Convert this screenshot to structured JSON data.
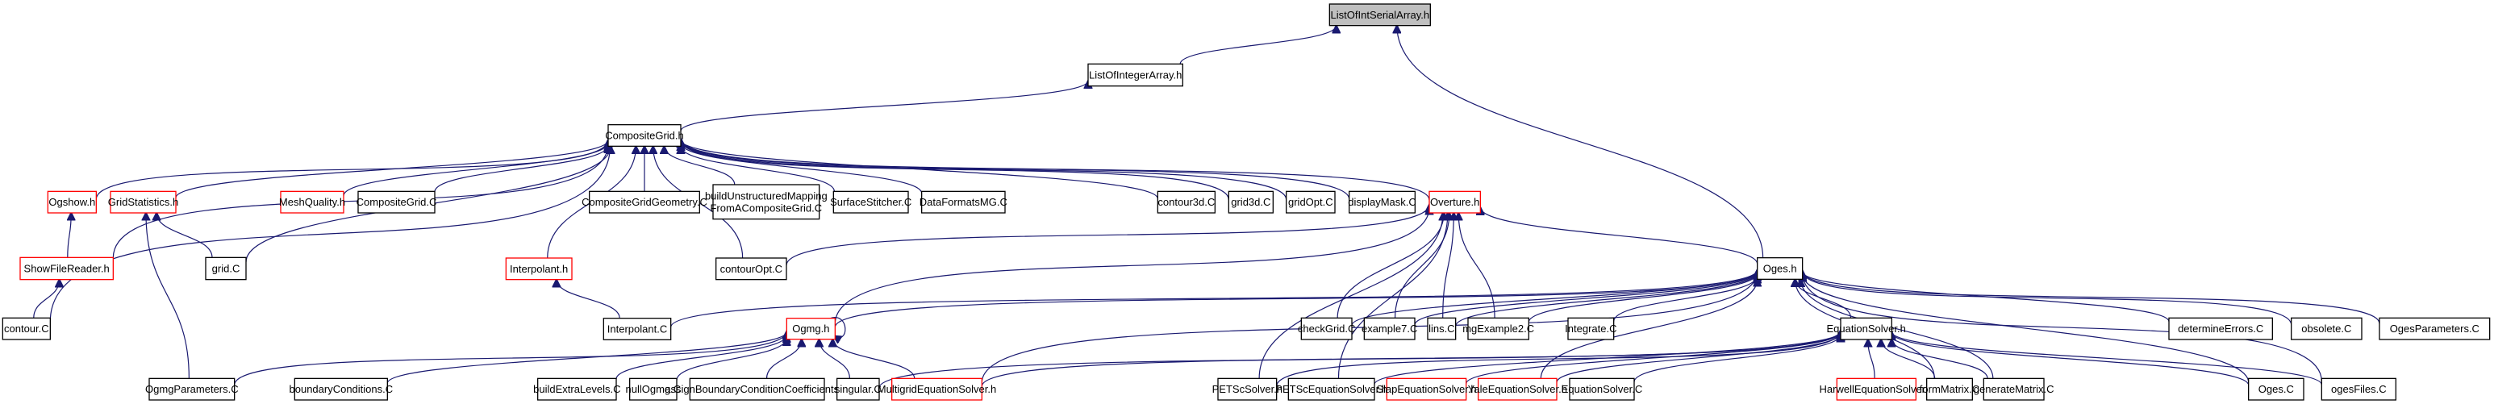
{
  "graph": {
    "title": "ListOfIntSerialArray.h include dependency graph",
    "edge_color": "#191970",
    "root_fill": "#bfbfbf",
    "incomplete_border_color": "#ff0000",
    "nodes": [
      {
        "id": "ListOfIntSerialArray",
        "label": "ListOfIntSerialArray.h",
        "style": "root"
      },
      {
        "id": "ListOfIntegerArray",
        "label": "ListOfIntegerArray.h",
        "style": "normal"
      },
      {
        "id": "CompositeGrid_h",
        "label": "CompositeGrid.h",
        "style": "normal"
      },
      {
        "id": "Oges_h",
        "label": "Oges.h",
        "style": "normal"
      },
      {
        "id": "Ogshow_h",
        "label": "Ogshow.h",
        "style": "red"
      },
      {
        "id": "GridStatistics_h",
        "label": "GridStatistics.h",
        "style": "red"
      },
      {
        "id": "MeshQuality_h",
        "label": "MeshQuality.h",
        "style": "red"
      },
      {
        "id": "CompositeGrid_C",
        "label": "CompositeGrid.C",
        "style": "normal"
      },
      {
        "id": "CompositeGridGeometry_C",
        "label": "CompositeGridGeometry.C",
        "style": "normal"
      },
      {
        "id": "buildUnstructured",
        "label": "buildUnstructuredMapping\nFromACompositeGrid.C",
        "style": "normal"
      },
      {
        "id": "SurfaceStitcher_C",
        "label": "SurfaceStitcher.C",
        "style": "normal"
      },
      {
        "id": "DataFormatsMG_C",
        "label": "DataFormatsMG.C",
        "style": "normal"
      },
      {
        "id": "contour3d_C",
        "label": "contour3d.C",
        "style": "normal"
      },
      {
        "id": "grid3d_C",
        "label": "grid3d.C",
        "style": "normal"
      },
      {
        "id": "gridOpt_C",
        "label": "gridOpt.C",
        "style": "normal"
      },
      {
        "id": "displayMask_C",
        "label": "displayMask.C",
        "style": "normal"
      },
      {
        "id": "Overture_h",
        "label": "Overture.h",
        "style": "red"
      },
      {
        "id": "ShowFileReader_h",
        "label": "ShowFileReader.h",
        "style": "red"
      },
      {
        "id": "grid_C",
        "label": "grid.C",
        "style": "normal"
      },
      {
        "id": "Interpolant_h",
        "label": "Interpolant.h",
        "style": "red"
      },
      {
        "id": "contourOpt_C",
        "label": "contourOpt.C",
        "style": "normal"
      },
      {
        "id": "contour_C",
        "label": "contour.C",
        "style": "normal"
      },
      {
        "id": "Interpolant_C",
        "label": "Interpolant.C",
        "style": "normal"
      },
      {
        "id": "Ogmg_h",
        "label": "Ogmg.h",
        "style": "red"
      },
      {
        "id": "checkGrid_C",
        "label": "checkGrid.C",
        "style": "normal"
      },
      {
        "id": "example7_C",
        "label": "example7.C",
        "style": "normal"
      },
      {
        "id": "lins_C",
        "label": "lins.C",
        "style": "normal"
      },
      {
        "id": "mgExample2_C",
        "label": "mgExample2.C",
        "style": "normal"
      },
      {
        "id": "Integrate_C",
        "label": "Integrate.C",
        "style": "normal"
      },
      {
        "id": "EquationSolver_h",
        "label": "EquationSolver.h",
        "style": "normal"
      },
      {
        "id": "determineErrors_C",
        "label": "determineErrors.C",
        "style": "normal"
      },
      {
        "id": "obsolete_C",
        "label": "obsolete.C",
        "style": "normal"
      },
      {
        "id": "OgesParameters_C",
        "label": "OgesParameters.C",
        "style": "normal"
      },
      {
        "id": "OgmgParameters_C",
        "label": "OgmgParameters.C",
        "style": "normal"
      },
      {
        "id": "boundaryConditions_C",
        "label": "boundaryConditions.C",
        "style": "normal"
      },
      {
        "id": "buildExtraLevels_C",
        "label": "buildExtraLevels.C",
        "style": "normal"
      },
      {
        "id": "nullOgmg_C",
        "label": "nullOgmg.C",
        "style": "normal"
      },
      {
        "id": "assignBC_C",
        "label": "assignBoundaryConditionCoefficients.C",
        "style": "normal"
      },
      {
        "id": "singular_C",
        "label": "singular.C",
        "style": "normal"
      },
      {
        "id": "MultigridEquationSolver_h",
        "label": "MultigridEquationSolver.h",
        "style": "red"
      },
      {
        "id": "PETScSolver_h",
        "label": "PETScSolver.h",
        "style": "normal"
      },
      {
        "id": "PETScEquationSolver_h",
        "label": "PETScEquationSolver.h",
        "style": "normal"
      },
      {
        "id": "SlapEquationSolver_h",
        "label": "SlapEquationSolver.h",
        "style": "red"
      },
      {
        "id": "YaleEquationSolver_h",
        "label": "YaleEquationSolver.h",
        "style": "red"
      },
      {
        "id": "EquationSolver_C",
        "label": "EquationSolver.C",
        "style": "normal"
      },
      {
        "id": "HarwellEquationSolver_h",
        "label": "HarwellEquationSolver.h",
        "style": "red"
      },
      {
        "id": "formMatrix_C",
        "label": "formMatrix.C",
        "style": "normal"
      },
      {
        "id": "generateMatrix_C",
        "label": "generateMatrix.C",
        "style": "normal"
      },
      {
        "id": "Oges_C",
        "label": "Oges.C",
        "style": "normal"
      },
      {
        "id": "ogesFiles_C",
        "label": "ogesFiles.C",
        "style": "normal"
      }
    ],
    "edges": [
      [
        "ListOfIntegerArray",
        "ListOfIntSerialArray"
      ],
      [
        "Oges_h",
        "ListOfIntSerialArray"
      ],
      [
        "CompositeGrid_h",
        "ListOfIntegerArray"
      ],
      [
        "Ogshow_h",
        "CompositeGrid_h"
      ],
      [
        "GridStatistics_h",
        "CompositeGrid_h"
      ],
      [
        "MeshQuality_h",
        "CompositeGrid_h"
      ],
      [
        "CompositeGrid_C",
        "CompositeGrid_h"
      ],
      [
        "CompositeGridGeometry_C",
        "CompositeGrid_h"
      ],
      [
        "buildUnstructured",
        "CompositeGrid_h"
      ],
      [
        "SurfaceStitcher_C",
        "CompositeGrid_h"
      ],
      [
        "DataFormatsMG_C",
        "CompositeGrid_h"
      ],
      [
        "contour3d_C",
        "CompositeGrid_h"
      ],
      [
        "grid3d_C",
        "CompositeGrid_h"
      ],
      [
        "gridOpt_C",
        "CompositeGrid_h"
      ],
      [
        "displayMask_C",
        "CompositeGrid_h"
      ],
      [
        "Overture_h",
        "CompositeGrid_h"
      ],
      [
        "ShowFileReader_h",
        "CompositeGrid_h"
      ],
      [
        "contour_C",
        "CompositeGrid_h"
      ],
      [
        "grid_C",
        "CompositeGrid_h"
      ],
      [
        "Interpolant_h",
        "CompositeGrid_h"
      ],
      [
        "contourOpt_C",
        "CompositeGrid_h"
      ],
      [
        "ShowFileReader_h",
        "Ogshow_h"
      ],
      [
        "contour_C",
        "ShowFileReader_h"
      ],
      [
        "grid_C",
        "GridStatistics_h"
      ],
      [
        "OgmgParameters_C",
        "GridStatistics_h"
      ],
      [
        "Interpolant_C",
        "Interpolant_h"
      ],
      [
        "Oges_h",
        "Overture_h"
      ],
      [
        "contourOpt_C",
        "Overture_h"
      ],
      [
        "Ogmg_h",
        "Overture_h"
      ],
      [
        "checkGrid_C",
        "Overture_h"
      ],
      [
        "example7_C",
        "Overture_h"
      ],
      [
        "lins_C",
        "Overture_h"
      ],
      [
        "mgExample2_C",
        "Overture_h"
      ],
      [
        "PETScSolver_h",
        "Overture_h"
      ],
      [
        "PETScEquationSolver_h",
        "Overture_h"
      ],
      [
        "Ogmg_h",
        "Oges_h"
      ],
      [
        "Interpolant_C",
        "Oges_h"
      ],
      [
        "checkGrid_C",
        "Oges_h"
      ],
      [
        "example7_C",
        "Oges_h"
      ],
      [
        "lins_C",
        "Oges_h"
      ],
      [
        "mgExample2_C",
        "Oges_h"
      ],
      [
        "Integrate_C",
        "Oges_h"
      ],
      [
        "EquationSolver_h",
        "Oges_h"
      ],
      [
        "determineErrors_C",
        "Oges_h"
      ],
      [
        "obsolete_C",
        "Oges_h"
      ],
      [
        "OgesParameters_C",
        "Oges_h"
      ],
      [
        "MultigridEquationSolver_h",
        "Oges_h"
      ],
      [
        "YaleEquationSolver_h",
        "Oges_h"
      ],
      [
        "formMatrix_C",
        "Oges_h"
      ],
      [
        "generateMatrix_C",
        "Oges_h"
      ],
      [
        "Oges_C",
        "Oges_h"
      ],
      [
        "ogesFiles_C",
        "Oges_h"
      ],
      [
        "Ogmg_h",
        "Ogmg_h"
      ],
      [
        "OgmgParameters_C",
        "Ogmg_h"
      ],
      [
        "boundaryConditions_C",
        "Ogmg_h"
      ],
      [
        "buildExtraLevels_C",
        "Ogmg_h"
      ],
      [
        "nullOgmg_C",
        "Ogmg_h"
      ],
      [
        "assignBC_C",
        "Ogmg_h"
      ],
      [
        "singular_C",
        "Ogmg_h"
      ],
      [
        "MultigridEquationSolver_h",
        "Ogmg_h"
      ],
      [
        "singular_C",
        "EquationSolver_h"
      ],
      [
        "MultigridEquationSolver_h",
        "EquationSolver_h"
      ],
      [
        "PETScSolver_h",
        "EquationSolver_h"
      ],
      [
        "PETScEquationSolver_h",
        "EquationSolver_h"
      ],
      [
        "SlapEquationSolver_h",
        "EquationSolver_h"
      ],
      [
        "YaleEquationSolver_h",
        "EquationSolver_h"
      ],
      [
        "EquationSolver_C",
        "EquationSolver_h"
      ],
      [
        "HarwellEquationSolver_h",
        "EquationSolver_h"
      ],
      [
        "formMatrix_C",
        "EquationSolver_h"
      ],
      [
        "generateMatrix_C",
        "EquationSolver_h"
      ],
      [
        "Oges_C",
        "EquationSolver_h"
      ],
      [
        "ogesFiles_C",
        "EquationSolver_h"
      ]
    ]
  }
}
